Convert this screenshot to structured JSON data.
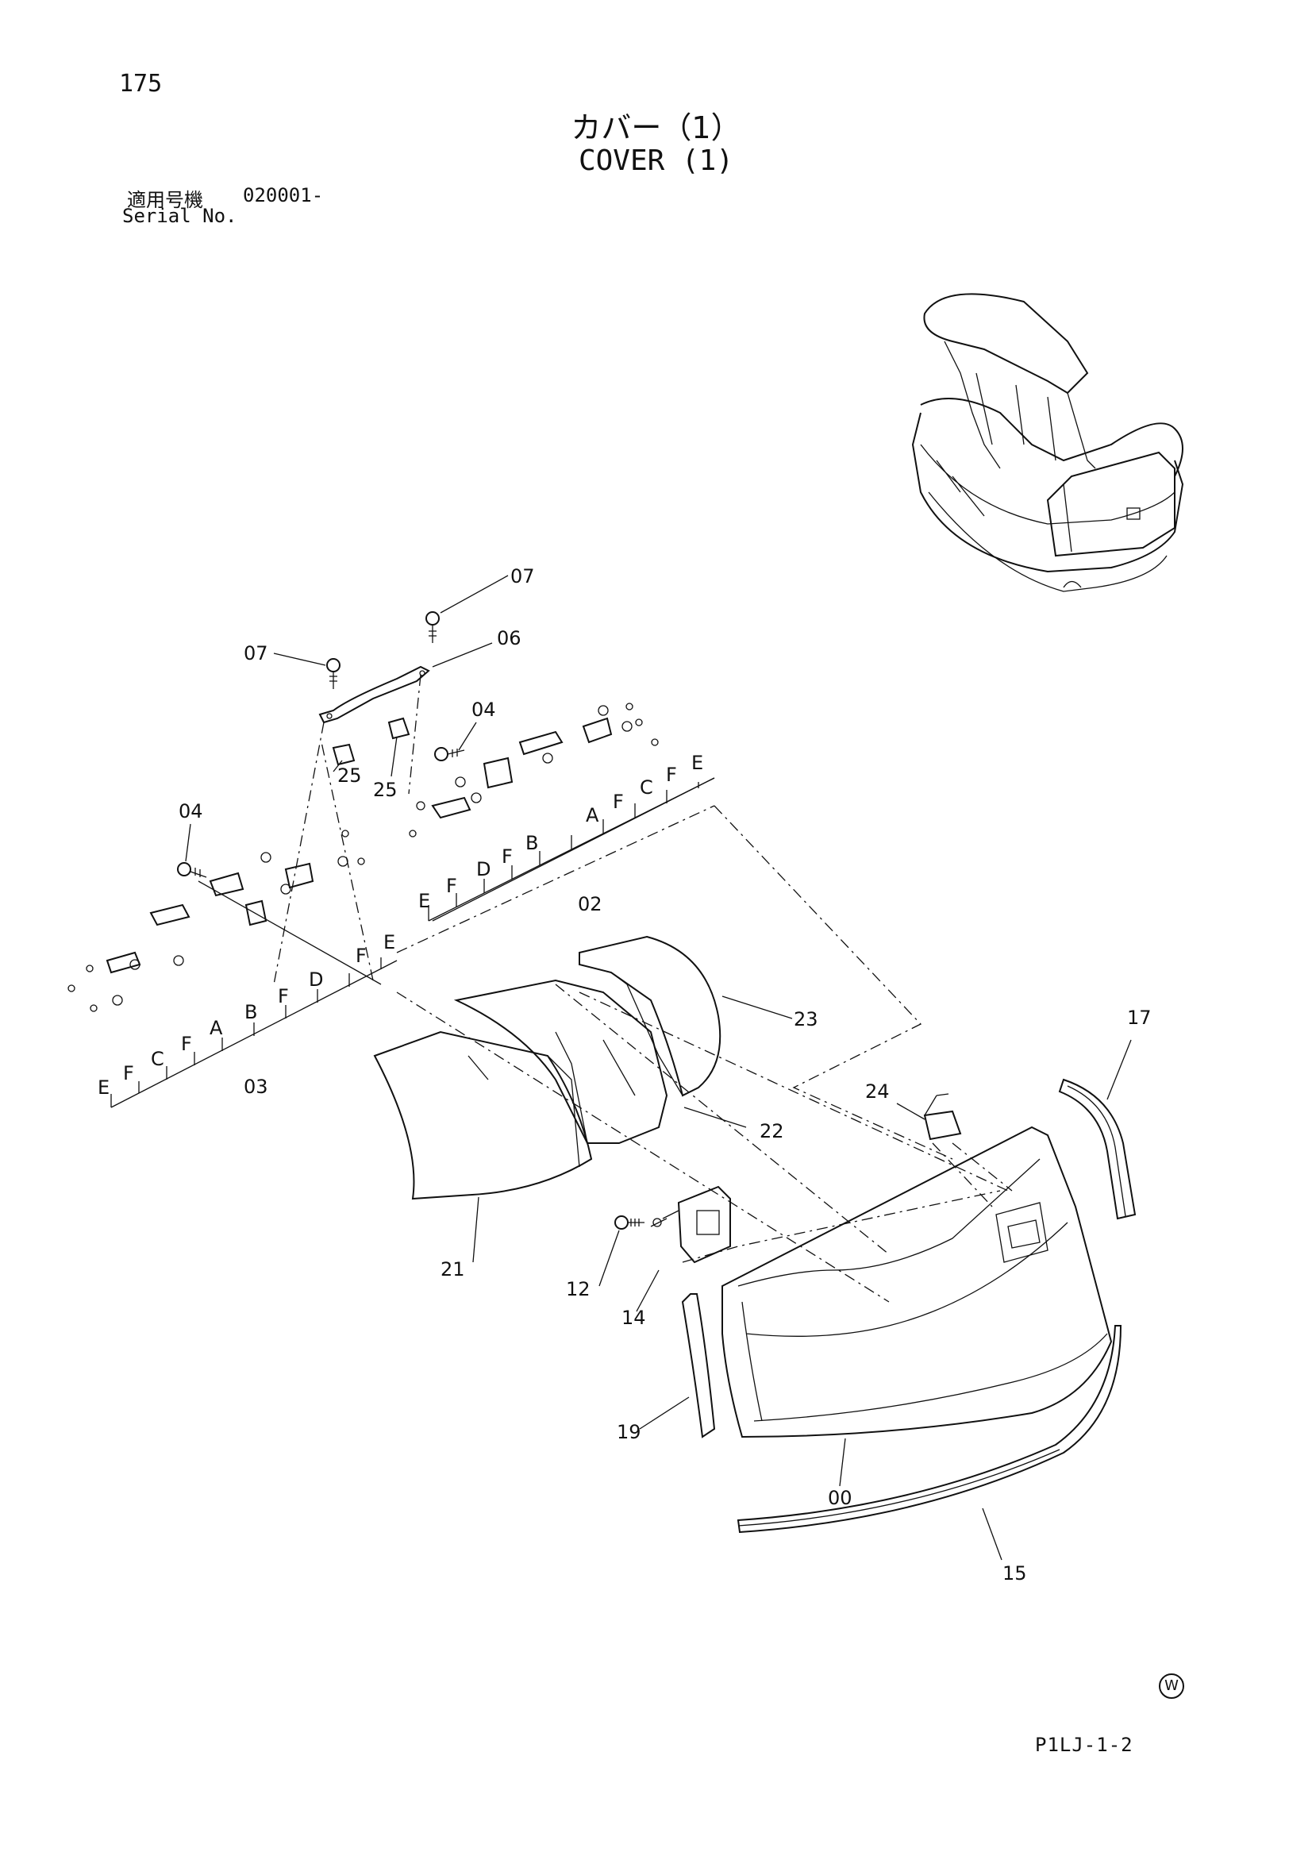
{
  "header": {
    "page_number": "175",
    "title_jp": "カバー（1）",
    "title_en": "COVER (1)",
    "serial_label_jp": "適用号機",
    "serial_value": "020001-",
    "serial_label_en": "Serial No."
  },
  "footer": {
    "code": "P1LJ-1-2",
    "watermark": "W"
  },
  "callouts": {
    "c07a": "07",
    "c07b": "07",
    "c06": "06",
    "c04a": "04",
    "c04b": "04",
    "c25a": "25",
    "c25b": "25",
    "c02": "02",
    "c03": "03",
    "c23": "23",
    "c22": "22",
    "c21": "21",
    "c24": "24",
    "c17": "17",
    "c12": "12",
    "c14": "14",
    "c19": "19",
    "c00": "00",
    "c15": "15"
  },
  "letters_right": [
    "E",
    "F",
    "D",
    "F",
    "B",
    "A",
    "F",
    "C",
    "F",
    "E"
  ],
  "letters_left": [
    "E",
    "F",
    "C",
    "F",
    "A",
    "B",
    "F",
    "D",
    "F",
    "E"
  ]
}
